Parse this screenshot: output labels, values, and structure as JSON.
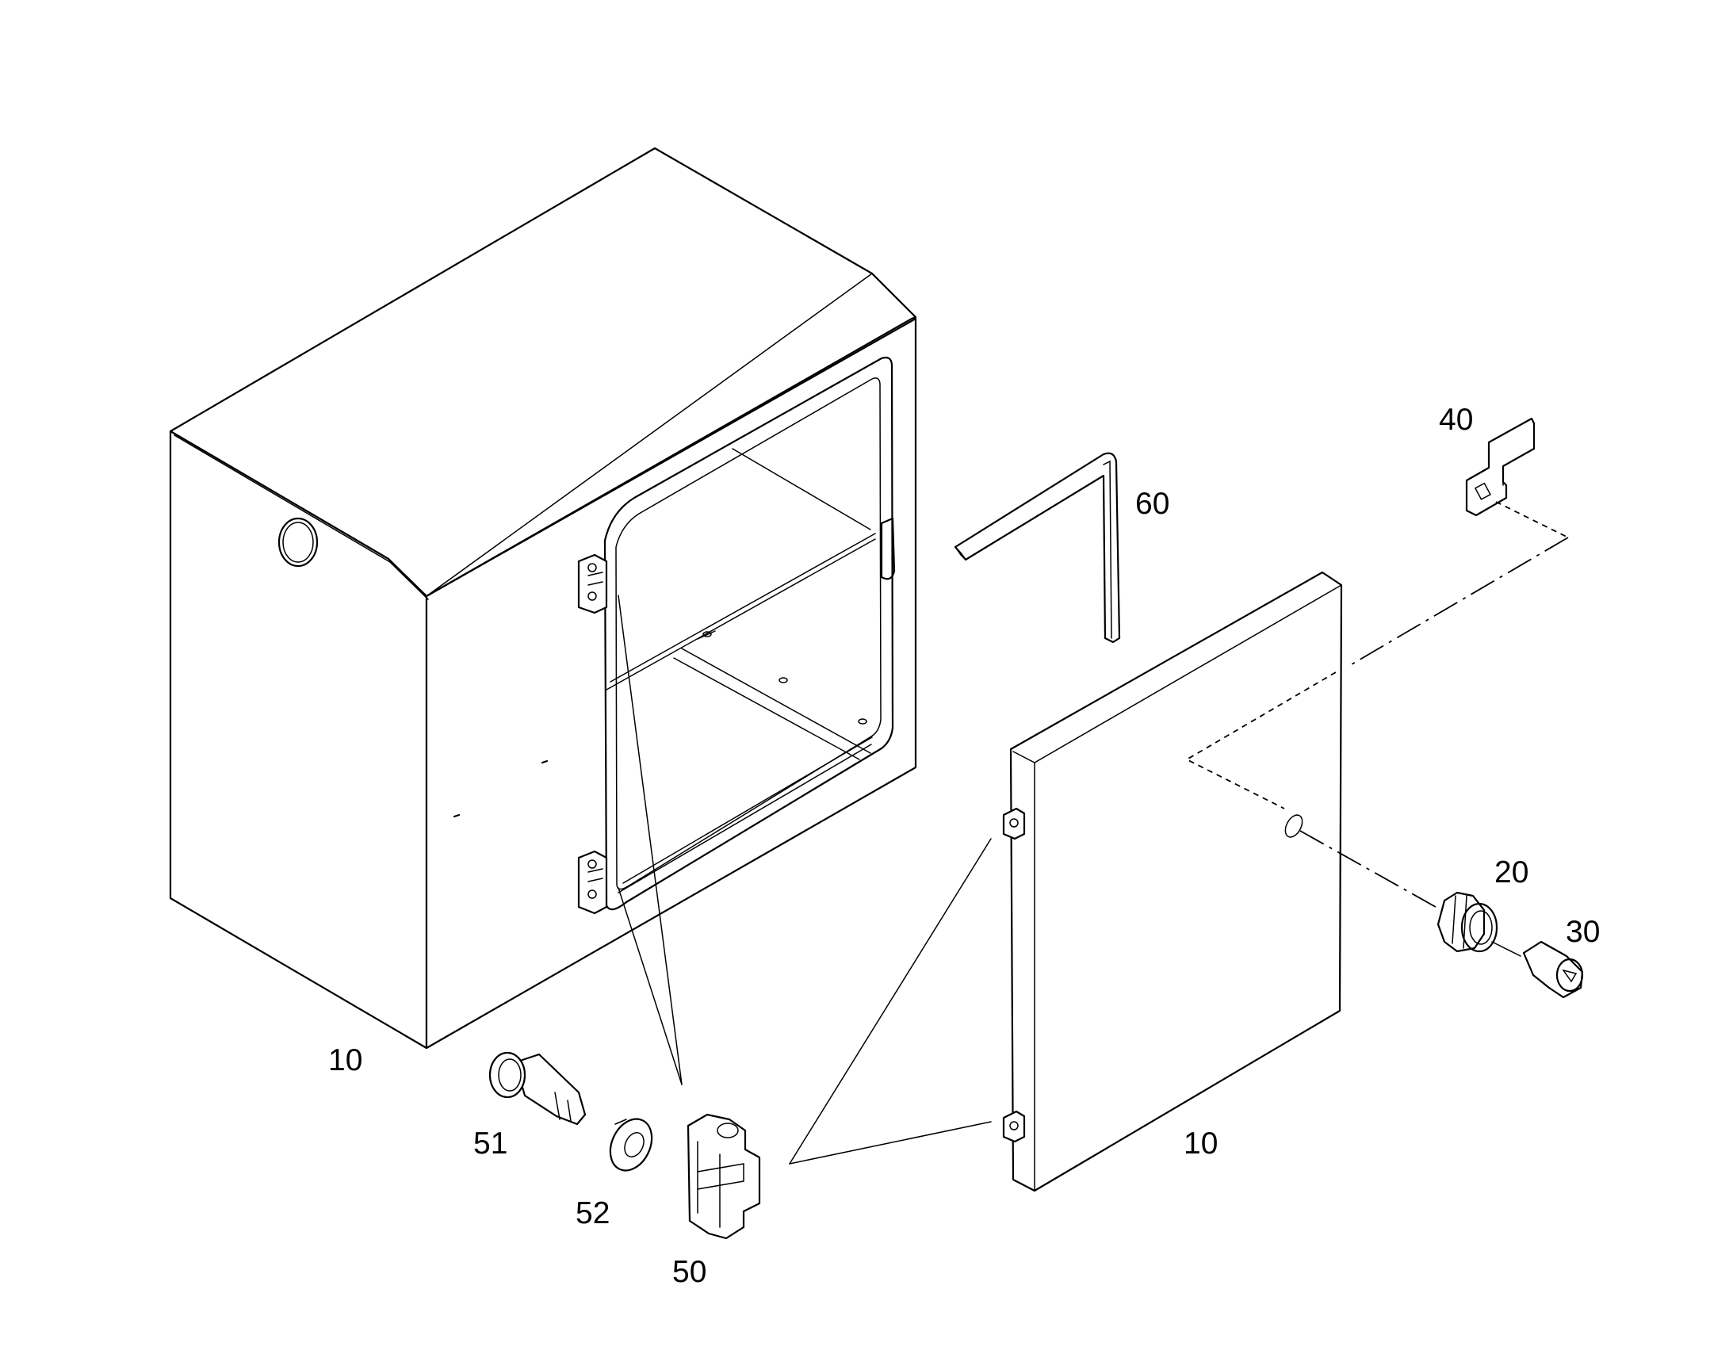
{
  "callouts": {
    "housing": "10",
    "door": "10",
    "lock_barrel": "20",
    "lock_key_insert": "30",
    "lock_bracket": "40",
    "hinge": "50",
    "hinge_bolt": "51",
    "hinge_washer": "52",
    "door_seal": "60"
  }
}
